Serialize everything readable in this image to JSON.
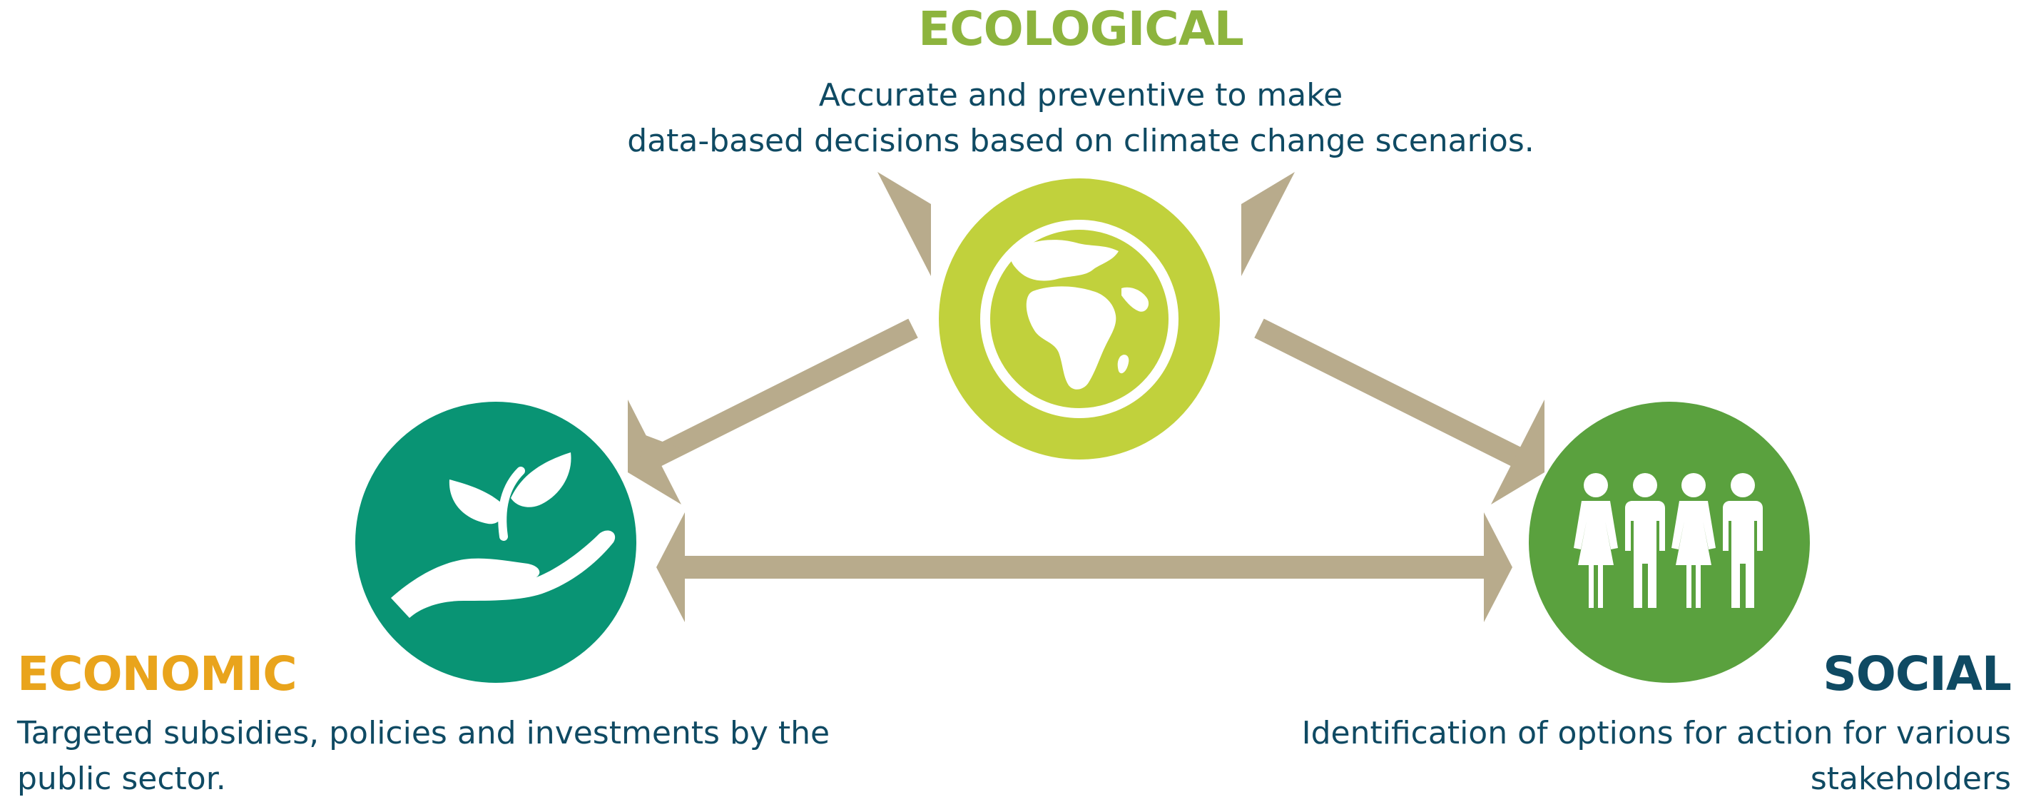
{
  "ecological": {
    "title": "ECOLOGICAL",
    "line1": "Accurate and preventive to make",
    "line2": "data-based decisions based on climate change scenarios."
  },
  "economic": {
    "title": "ECONOMIC",
    "description": "Targeted subsidies, policies and investments by the public sector."
  },
  "social": {
    "title": "SOCIAL",
    "description": "Identification of options for action for various stakeholders"
  },
  "colors": {
    "ecological_title": "#8db43e",
    "ecological_circle": "#c1d13c",
    "economic_title": "#e9a41c",
    "economic_circle": "#099474",
    "social_title": "#0f4a63",
    "social_circle": "#5aa13e",
    "arrow": "#b8ab8c",
    "description_text": "#0f4a63"
  },
  "icons": {
    "ecological": "globe-icon",
    "economic": "plant-in-hand-icon",
    "social": "people-group-icon"
  }
}
